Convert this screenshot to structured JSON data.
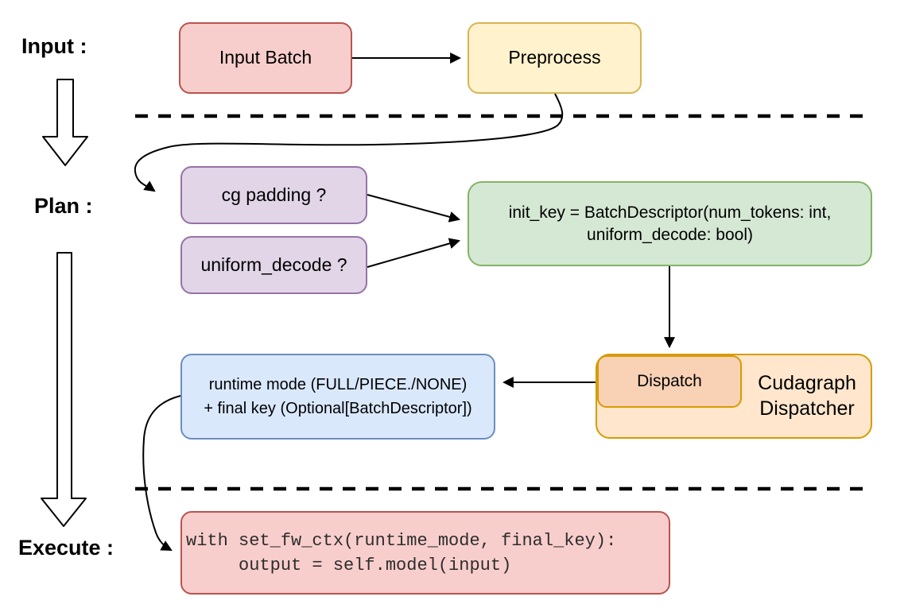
{
  "sections": {
    "input": "Input :",
    "plan": "Plan :",
    "execute": "Execute :"
  },
  "nodes": {
    "input_batch": {
      "label": "Input Batch"
    },
    "preprocess": {
      "label": "Preprocess"
    },
    "cg_padding": {
      "label": "cg padding ?"
    },
    "uniform_decode": {
      "label": "uniform_decode ?"
    },
    "init_key": {
      "line1": "init_key = BatchDescriptor(num_tokens: int,",
      "line2": "uniform_decode: bool)"
    },
    "dispatch": {
      "label": "Dispatch"
    },
    "cudagraph_dispatcher": {
      "line1": "Cudagraph",
      "line2": "Dispatcher"
    },
    "runtime_mode": {
      "line1": "runtime mode (FULL/PIECE./NONE)",
      "line2": "+ final key (Optional[BatchDescriptor])"
    },
    "execute_code": {
      "line1": "with set_fw_ctx(runtime_mode, final_key):",
      "line2": "     output = self.model(input)"
    }
  },
  "colors": {
    "red_fill": "#F8CECC",
    "red_stroke": "#B85450",
    "yellow_fill": "#FFF2CC",
    "yellow_stroke": "#D6B656",
    "purple_fill": "#E1D5E7",
    "purple_stroke": "#9673A6",
    "green_fill": "#D5E8D4",
    "green_stroke": "#82B366",
    "orange_fill": "#FFE6CC",
    "orange_stroke": "#D79B00",
    "peach_fill": "#F9D2B6",
    "blue_fill": "#DAE8FC",
    "blue_stroke": "#6C8EBF",
    "ink": "#000000"
  }
}
